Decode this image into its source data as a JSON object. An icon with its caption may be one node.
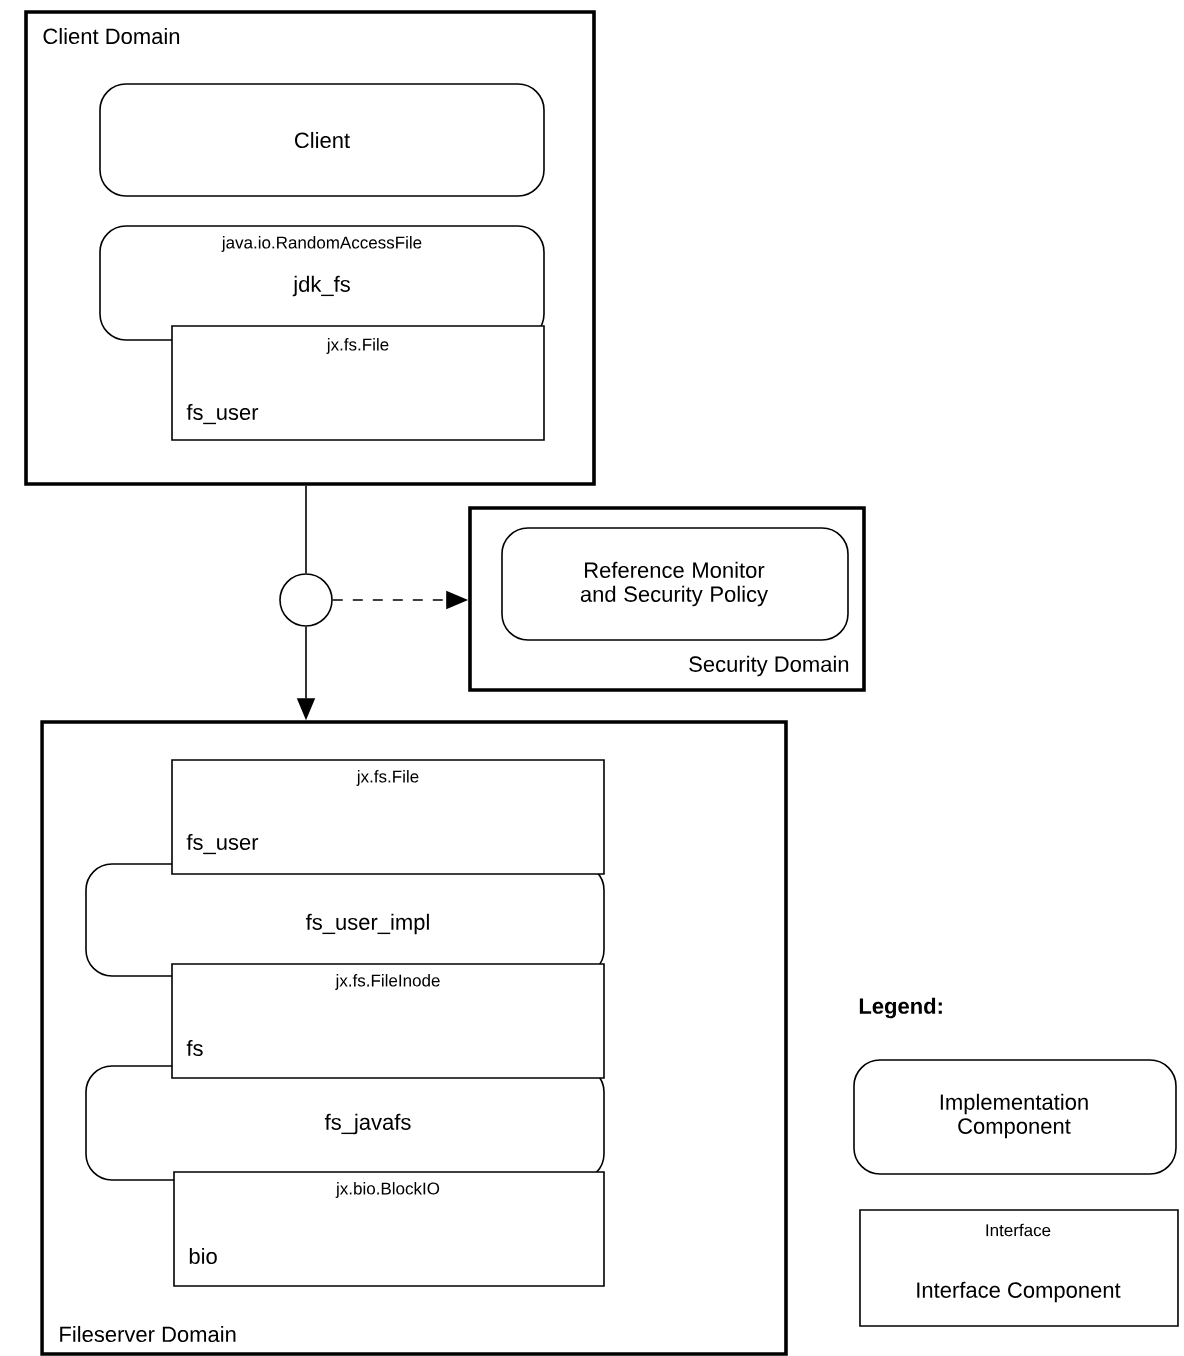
{
  "diagram": {
    "nodes": [
      {
        "text": [
          "Client Domain"
        ]
      },
      {
        "text": [
          "Client"
        ],
        "in": 0
      },
      {
        "text": [
          "java.io.RandomAccessFile",
          "jdk_fs"
        ],
        "in": 0
      },
      {
        "text": [
          "jx.fs.File",
          "fs_user"
        ],
        "in": 0
      },
      {
        "text": [
          "Security Domain"
        ]
      },
      {
        "text": [
          "Reference Monitor and Security Policy"
        ],
        "in": 4
      },
      {
        "text": [],
        "shape": "circle"
      },
      {
        "text": [
          "Fileserver Domain"
        ]
      },
      {
        "text": [
          "jx.fs.File",
          "fs_user"
        ],
        "in": 7
      },
      {
        "text": [
          "fs_user_impl"
        ],
        "in": 7
      },
      {
        "text": [
          "jx.fs.FileInode",
          "fs"
        ],
        "in": 7
      },
      {
        "text": [
          "fs_javafs"
        ],
        "in": 7
      },
      {
        "text": [
          "jx.bio.BlockIO",
          "bio"
        ],
        "in": 7
      },
      {
        "text": [
          "Implementation Component"
        ]
      },
      {
        "text": [
          "Interface",
          "Interface Component"
        ]
      }
    ],
    "edges": [
      {
        "from": 0,
        "to": 6,
        "arrow": "none"
      },
      {
        "from": 6,
        "to": 7,
        "arrow": "to"
      },
      {
        "from": 6,
        "to": 4,
        "arrow": "to",
        "style": "dashed"
      }
    ],
    "labels": [
      "Legend:"
    ]
  }
}
